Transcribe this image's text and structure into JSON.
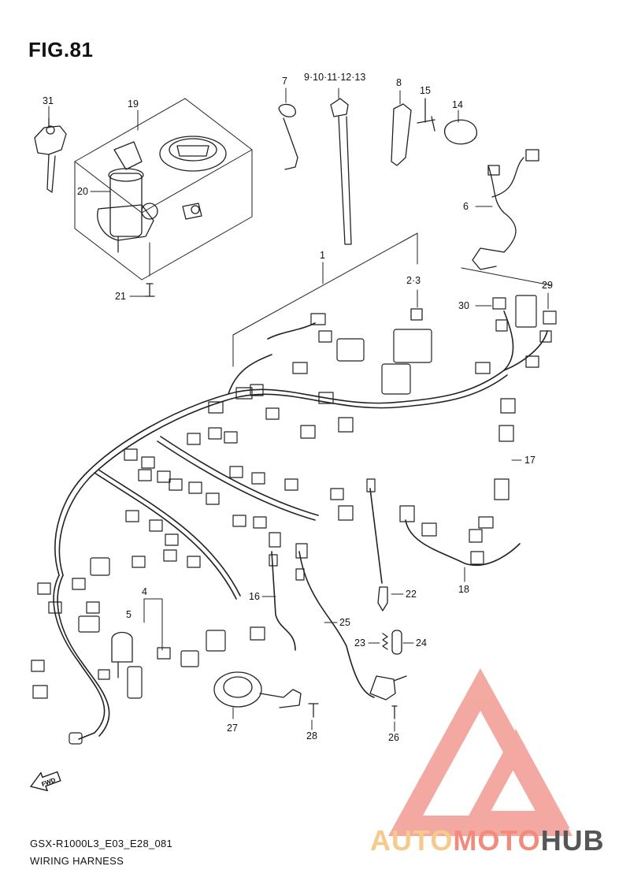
{
  "figure": {
    "title": "FIG.81",
    "model_code": "GSX-R1000L3_E03_E28_081",
    "subtitle": "WIRING HARNESS",
    "fwd_label": "FWD"
  },
  "callouts": [
    "31",
    "19",
    "20",
    "21",
    "7",
    "9·10·11·12·13",
    "8",
    "15",
    "14",
    "6",
    "1",
    "2·3",
    "29",
    "30",
    "17",
    "18",
    "22",
    "16",
    "25",
    "23",
    "24",
    "26",
    "28",
    "27",
    "4",
    "5"
  ],
  "watermark": {
    "part1": "AUTO",
    "part2": "MOTO",
    "part3": "HUB",
    "color_light": "#f7c98b",
    "color_accent": "#f28b7c",
    "color_dark": "#565656"
  }
}
